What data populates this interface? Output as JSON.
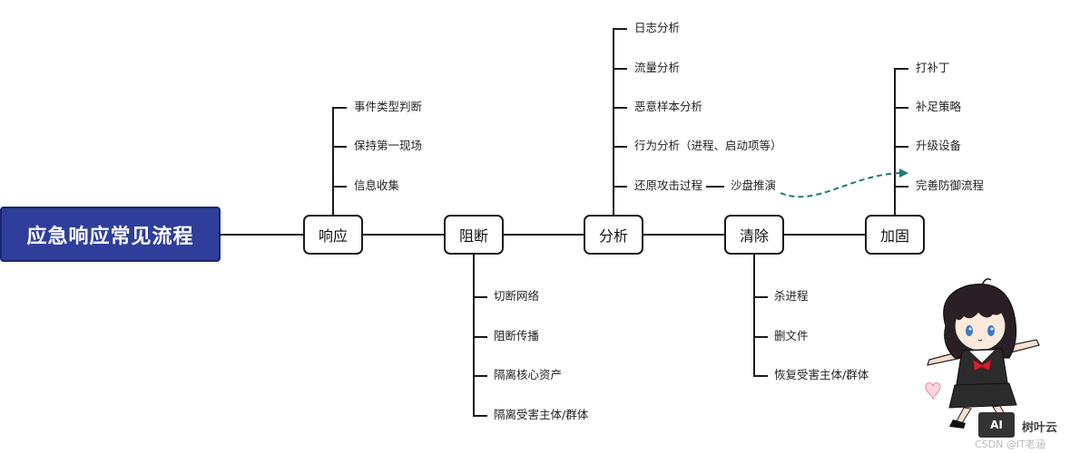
{
  "root": {
    "label": "应急响应常见流程"
  },
  "stages": [
    {
      "label": "响应"
    },
    {
      "label": "阻断"
    },
    {
      "label": "分析"
    },
    {
      "label": "清除"
    },
    {
      "label": "加固"
    }
  ],
  "response_items": [
    "事件类型判断",
    "保持第一现场",
    "信息收集"
  ],
  "block_items": [
    "切断网络",
    "阻断传播",
    "隔离核心资产",
    "隔离受害主体/群体"
  ],
  "analysis_items": [
    "日志分析",
    "流量分析",
    "恶意样本分析",
    "行为分析（进程、启动项等）",
    "还原攻击过程"
  ],
  "analysis_sub": "沙盘推演",
  "clear_items": [
    "杀进程",
    "删文件",
    "恢复受害主体/群体"
  ],
  "harden_items": [
    "打补丁",
    "补足策略",
    "升级设备",
    "完善防御流程"
  ],
  "arrow_color": "#1f7a6e",
  "watermark": {
    "logo_text": "AI",
    "brand": "树叶云",
    "sub": "CSDN @IT老涵"
  }
}
